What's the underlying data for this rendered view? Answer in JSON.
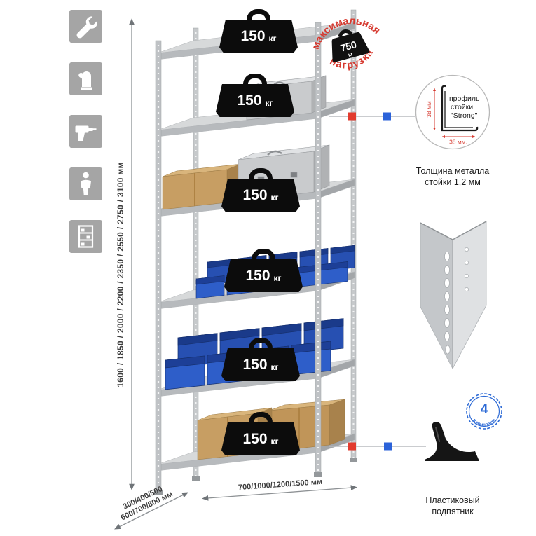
{
  "rack": {
    "shelf_count": 6,
    "shelf_load_value": "150",
    "shelf_load_unit": "кг"
  },
  "stamp": {
    "arc_top": "максимальная",
    "arc_bottom": "нагрузка",
    "weight_value": "750",
    "weight_unit": "кг"
  },
  "dimensions": {
    "height_label": "1600 / 1850 / 2000 / 2200 / 2350 / 2550 / 2750 / 3100 мм",
    "depth_line1": "300/400/500",
    "depth_line2": "600/700/800 мм",
    "width_label": "700/1000/1200/1500 мм"
  },
  "profile_callout": {
    "label_line1": "профиль",
    "label_line2": "стойки",
    "label_line3": "\"Strong\"",
    "dim_vertical": "38 мм",
    "dim_horizontal": "38 мм.",
    "caption_line1": "Толщина металла",
    "caption_line2": "стойки 1,2 мм"
  },
  "foot_callout": {
    "badge_value": "4",
    "badge_text": "в комплекте",
    "caption_line1": "Пластиковый",
    "caption_line2": "подпятник"
  },
  "colors": {
    "accent_red": "#d6392f",
    "accent_blue": "#2b62d9",
    "bin_blue": "#2e5ec9",
    "metal_gray": "#c6c9cb",
    "icon_gray": "#a5a5a5"
  }
}
